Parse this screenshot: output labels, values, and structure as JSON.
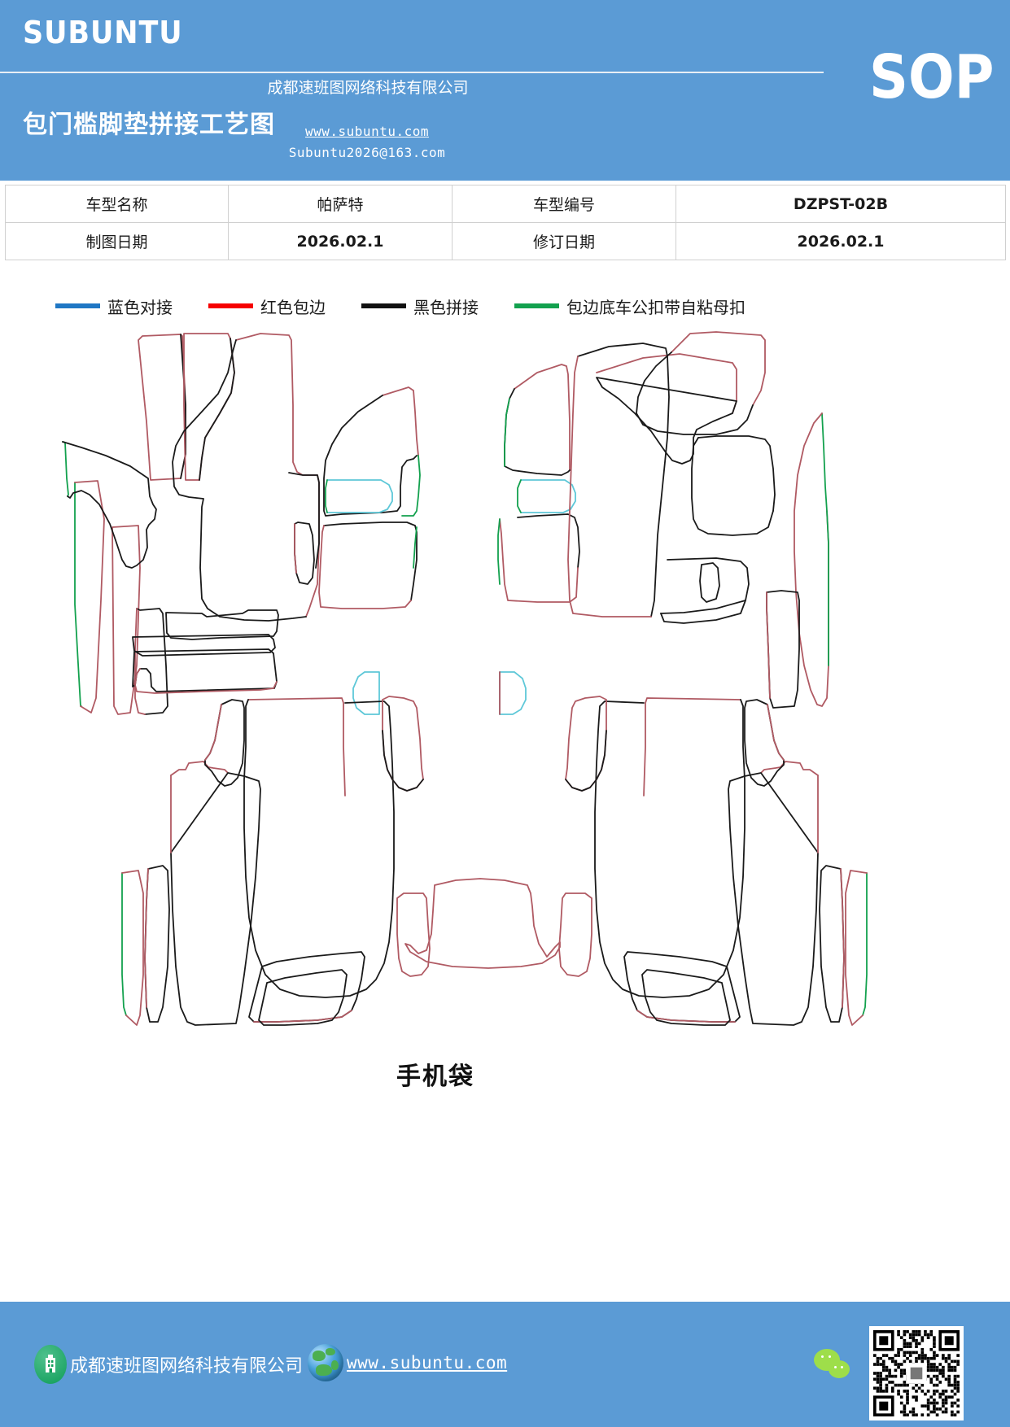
{
  "header": {
    "brand": "SUBUNTU",
    "doc_type": "SOP",
    "doc_title": "包门槛脚垫拼接工艺图",
    "company_cn": "成都速班图网络科技有限公司",
    "website": "www.subuntu.com",
    "email": "Subuntu2026@163.com",
    "bg_color": "#5b9bd5"
  },
  "info_table": {
    "rows": [
      {
        "label1": "车型名称",
        "value1": "帕萨特",
        "label2": "车型编号",
        "value2": "DZPST-02B"
      },
      {
        "label1": "制图日期",
        "value1": "2026.02.1",
        "label2": "修订日期",
        "value2": "2026.02.1"
      }
    ]
  },
  "legend": {
    "items": [
      {
        "label": "蓝色对接",
        "color": "#1f77c4",
        "name": "blue-butt-joint"
      },
      {
        "label": "红色包边",
        "color": "#f60000",
        "name": "red-edge-binding"
      },
      {
        "label": "黑色拼接",
        "color": "#111111",
        "name": "black-splice"
      },
      {
        "label": "包边底车公扣带自粘母扣",
        "color": "#13a14e",
        "name": "green-velcro-binding"
      }
    ]
  },
  "drawing": {
    "pocket_label": "手机袋",
    "line_colors": {
      "red": "#b05a63",
      "black": "#1a1a1a",
      "green": "#13a14e",
      "cyan": "#5ec8d8"
    }
  },
  "footer": {
    "company": "成都速班图网络科技有限公司",
    "website": "www.subuntu.com",
    "bg_color": "#5b9bd5",
    "company_icon": "building-icon",
    "web_icon": "globe-icon",
    "wechat_icon": "wechat-icon",
    "qr_icon": "qr-code"
  }
}
